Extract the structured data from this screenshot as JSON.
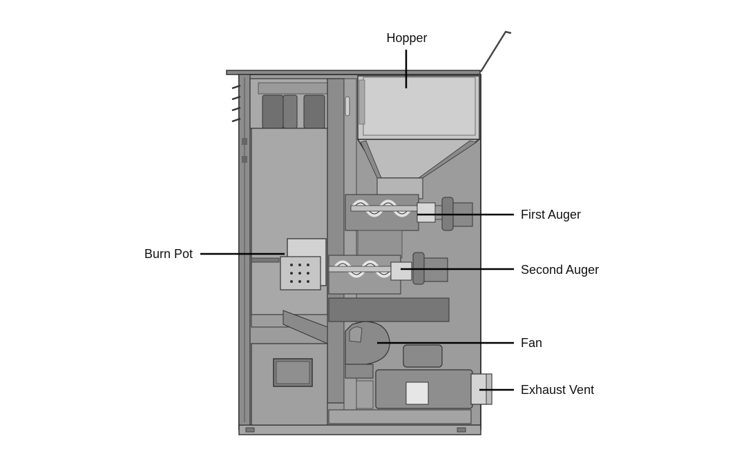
{
  "diagram": {
    "labels": {
      "hopper": "Hopper",
      "first_auger": "First Auger",
      "burn_pot": "Burn Pot",
      "second_auger": "Second Auger",
      "fan": "Fan",
      "exhaust_vent": "Exhaust Vent"
    }
  }
}
